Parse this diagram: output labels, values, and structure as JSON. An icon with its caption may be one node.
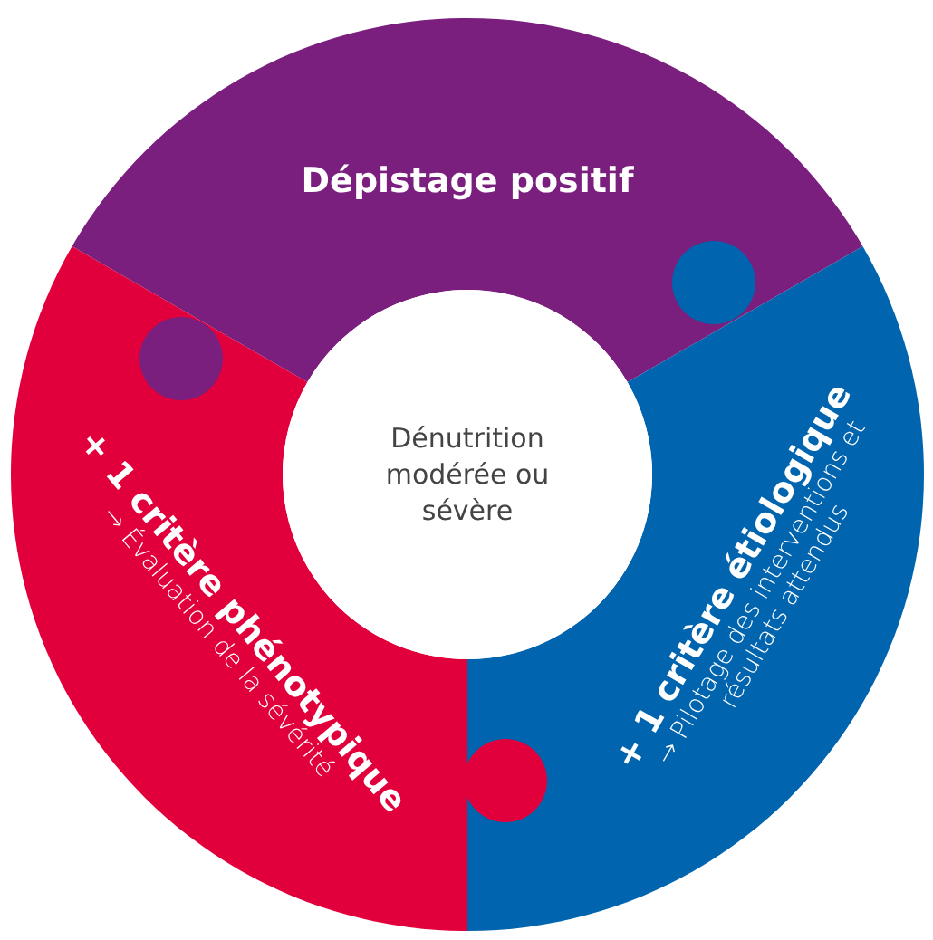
{
  "diagram": {
    "nodes": [
      {
        "text": [
          "Dépistage positif"
        ]
      },
      {
        "text": [
          "+ 1 critère phénotypique",
          "→ Évaluation de la sévérité"
        ]
      },
      {
        "text": [
          "+ 1 critère étiologique",
          "→ Pilotage des interventions et résultats attendus"
        ]
      },
      {
        "text": [
          "Dénutrition modérée ou sévère"
        ]
      }
    ]
  }
}
